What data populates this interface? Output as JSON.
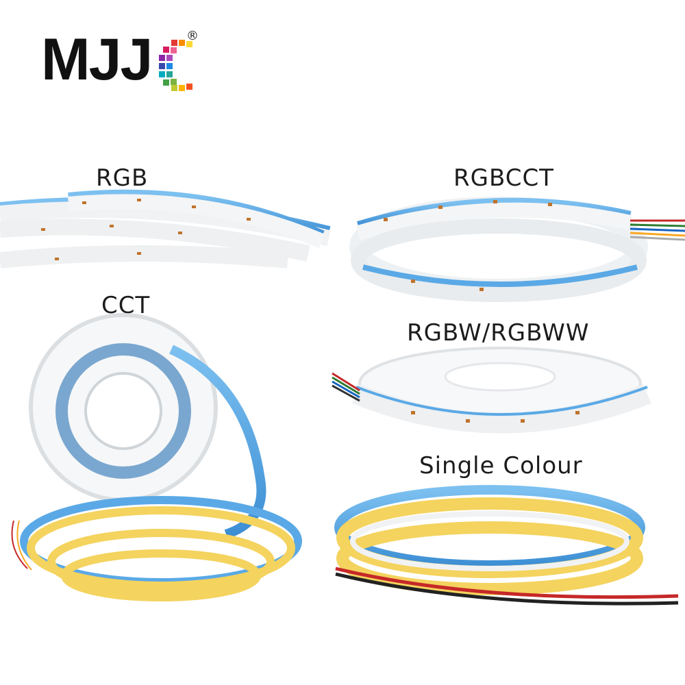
{
  "brand": {
    "name": "MJJ",
    "registered_mark": "®"
  },
  "labels": {
    "rgb": "RGB",
    "rgbcct": "RGBCCT",
    "cct": "CCT",
    "rgbw": "RGBW/RGBWW",
    "single": "Single Colour"
  },
  "colors": {
    "strip_blue": "#5aa9e6",
    "strip_white": "#f4f5f6",
    "cob_yellow": "#f4d35e",
    "wire_red": "#c62828",
    "wire_black": "#222222"
  },
  "icons": [
    "logo-c-pixel-icon"
  ]
}
